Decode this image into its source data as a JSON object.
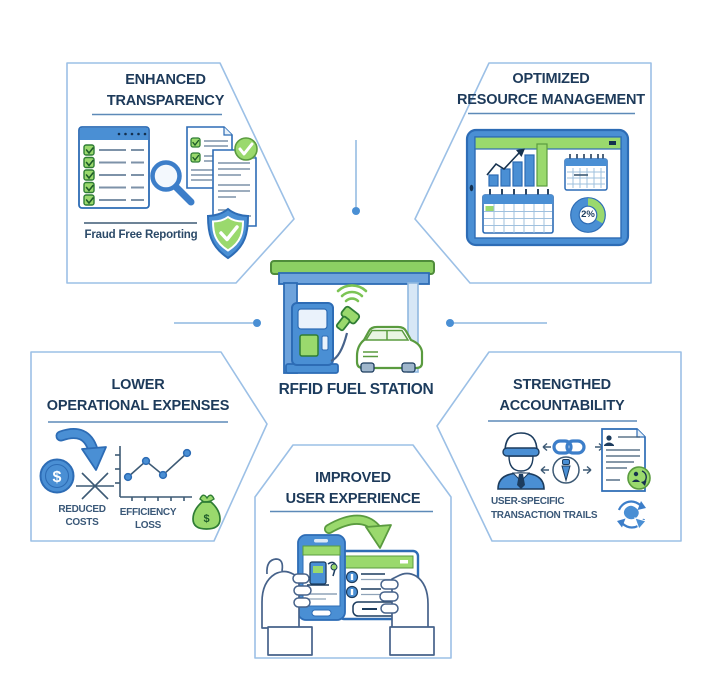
{
  "colors": {
    "blue": "#4a8fd4",
    "blue_dark": "#2d6cb5",
    "green": "#9ad96d",
    "green_dark": "#2f7d35",
    "navy": "#1c3c5e",
    "panel_outline": "#9cc0e6"
  },
  "center": {
    "title": "RFFID FUEL STATION",
    "icons": [
      "canopy-icon",
      "fuel-pump-icon",
      "wifi-icon",
      "fuel-nozzle-icon",
      "car-icon"
    ]
  },
  "panels": {
    "enhanced_transparency": {
      "title_line1": "ENHANCED",
      "title_line2": "TRANSPARENCY",
      "caption": "Fraud Free Reporting",
      "icons": [
        "checklist-icon",
        "magnifier-icon",
        "documents-icon",
        "shield-check-icon"
      ]
    },
    "optimized_resource_management": {
      "title_line1": "OPTIMIZED",
      "title_line2": "RESOURCE MANAGEMENT",
      "donut_label": "2%",
      "icons": [
        "dashboard-tablet-icon",
        "bar-chart-icon",
        "calendar-icon",
        "donut-chart-icon"
      ]
    },
    "lower_operational_expenses": {
      "title_line1": "LOWER",
      "title_line2": "OPERATIONAL EXPENSES",
      "label_reduced_costs": "REDUCED COSTS",
      "label_efficiency_loss": "EFFICIENCY LOSS",
      "dollar_sign": "$",
      "icons": [
        "dollar-coin-icon",
        "cost-down-arrow-icon",
        "x-mark-icon",
        "line-graph-icon",
        "money-bag-icon"
      ]
    },
    "strengthed_accountability": {
      "title_line1": "STRENGTHED",
      "title_line2": "ACCOUNTABILITY",
      "caption_line1": "USER-SPECIFIC",
      "caption_line2": "TRANSACTION TRAILS",
      "icons": [
        "operator-icon",
        "chain-link-icon",
        "tie-badge-icon",
        "audit-document-icon",
        "sync-icon"
      ]
    },
    "improved_user_experience": {
      "title_line1": "IMPROVED",
      "title_line2": "USER EXPERIENCE",
      "icons": [
        "transfer-arrow-icon",
        "smartphone-icon",
        "tablet-icon",
        "hands-icon"
      ]
    }
  }
}
